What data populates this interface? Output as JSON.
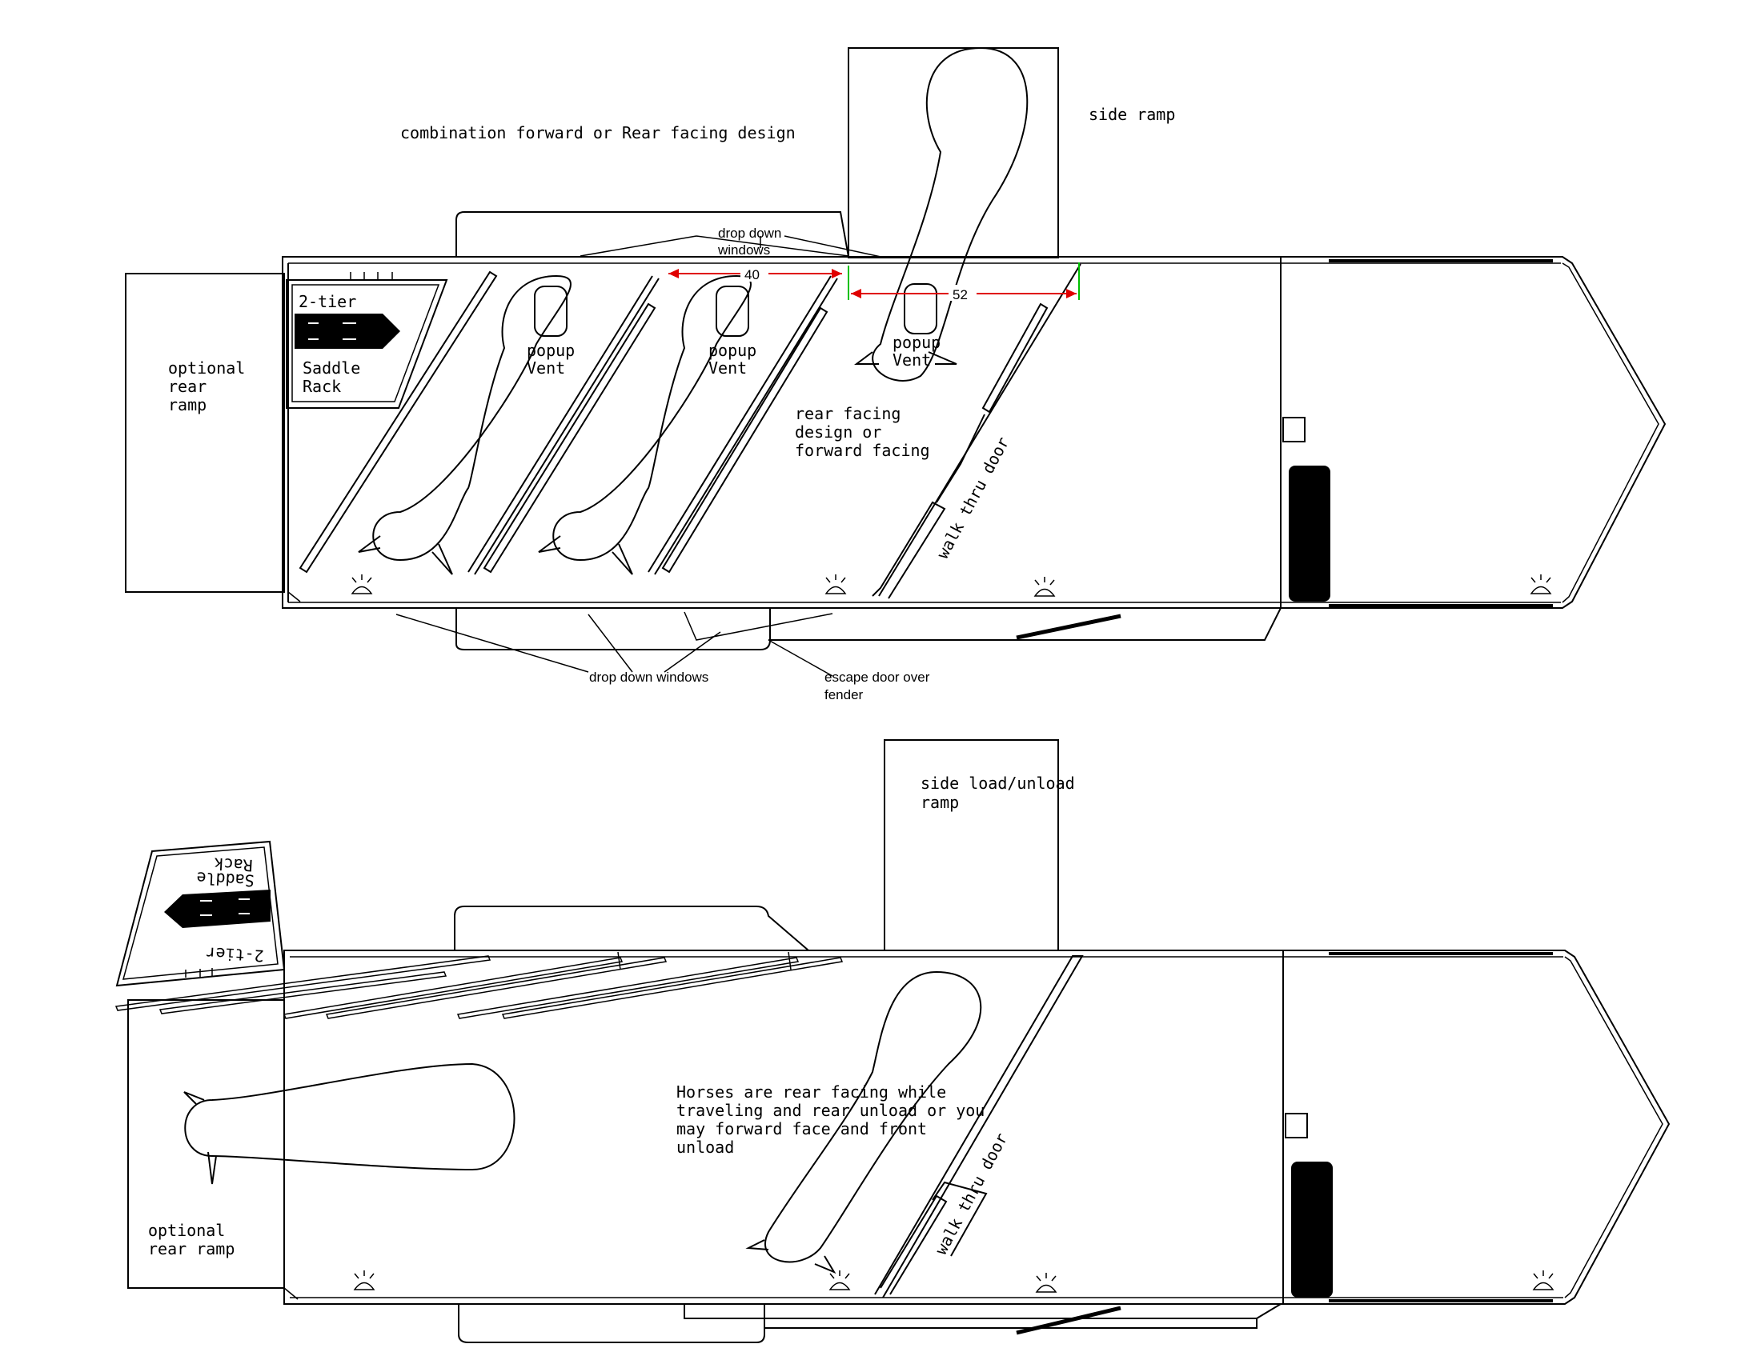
{
  "colors": {
    "line": "#000000",
    "dimension": "#e00000",
    "dimension_mark": "#00c000",
    "background": "#ffffff"
  },
  "top": {
    "title": "combination forward or Rear facing design",
    "side_ramp": "side ramp",
    "rear_ramp": [
      "optional",
      "rear",
      "ramp"
    ],
    "saddle_rack": {
      "tier": "2-tier",
      "line1": "Saddle",
      "line2": "Rack"
    },
    "vents": [
      {
        "line1": "popup",
        "line2": "Vent"
      },
      {
        "line1": "popup",
        "line2": "Vent"
      },
      {
        "line1": "popup",
        "line2": "Vent"
      }
    ],
    "drop_windows_top": [
      "drop down",
      "windows"
    ],
    "drop_windows_bottom": "drop down windows",
    "escape_door": [
      "escape door over",
      "fender"
    ],
    "dim_40": "40",
    "dim_52": "52",
    "rear_facing_note": [
      "rear facing",
      "design or",
      "forward facing"
    ],
    "walk_thru_door": "walk thru door"
  },
  "bottom": {
    "side_ramp": [
      "side load/unload",
      "ramp"
    ],
    "rear_ramp": [
      "optional",
      "rear ramp"
    ],
    "saddle_rack": {
      "tier": "2-tier",
      "line1": "Saddle",
      "line2": "Rack"
    },
    "note": [
      "Horses are rear facing while",
      "traveling and rear unload or you",
      "may forward face and front",
      "unload"
    ],
    "walk_thru_door": "walk thru door"
  }
}
